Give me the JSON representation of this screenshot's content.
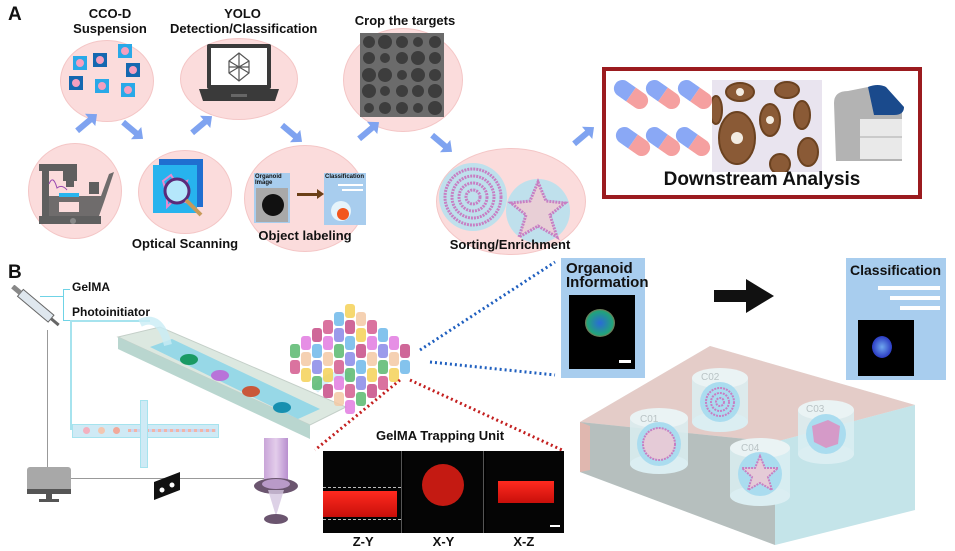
{
  "panels": {
    "a": {
      "letter": "A",
      "steps": {
        "suspension": "CCO-D\nSuspension",
        "suspension_line1": "CCO-D",
        "suspension_line2": "Suspension",
        "yolo_line1": "YOLO",
        "yolo_line2": "Detection/Classification",
        "crop": "Crop the targets",
        "optical_scanning": "Optical Scanning",
        "object_labeling": "Object labeling",
        "sorting": "Sorting/Enrichment",
        "downstream": "Downstream Analysis"
      },
      "labeling_cards": {
        "image_title_line1": "Organoid",
        "image_title_line2": "Image",
        "classification_title": "Classification"
      }
    },
    "b": {
      "letter": "B",
      "inputs": [
        "GelMA",
        "Photoinitiator"
      ],
      "trapping_unit_title": "GelMA Trapping Unit",
      "views": [
        "Z-Y",
        "X-Y",
        "X-Z"
      ],
      "organoid_info_line1": "Organoid",
      "organoid_info_line2": "Information",
      "classification": "Classification",
      "wells": [
        "C01",
        "C02",
        "C03",
        "C04"
      ],
      "disk_colors": [
        "#1a9a64",
        "#b873d9",
        "#c9583a",
        "#1790b0"
      ]
    }
  },
  "colors": {
    "circle_fill": "#fbdcdc",
    "flow_arrow": "#7fa3f0",
    "downstream_border": "#9b1b1f",
    "card_blue": "#a8cdee",
    "fluor_red": "#e0201a"
  }
}
